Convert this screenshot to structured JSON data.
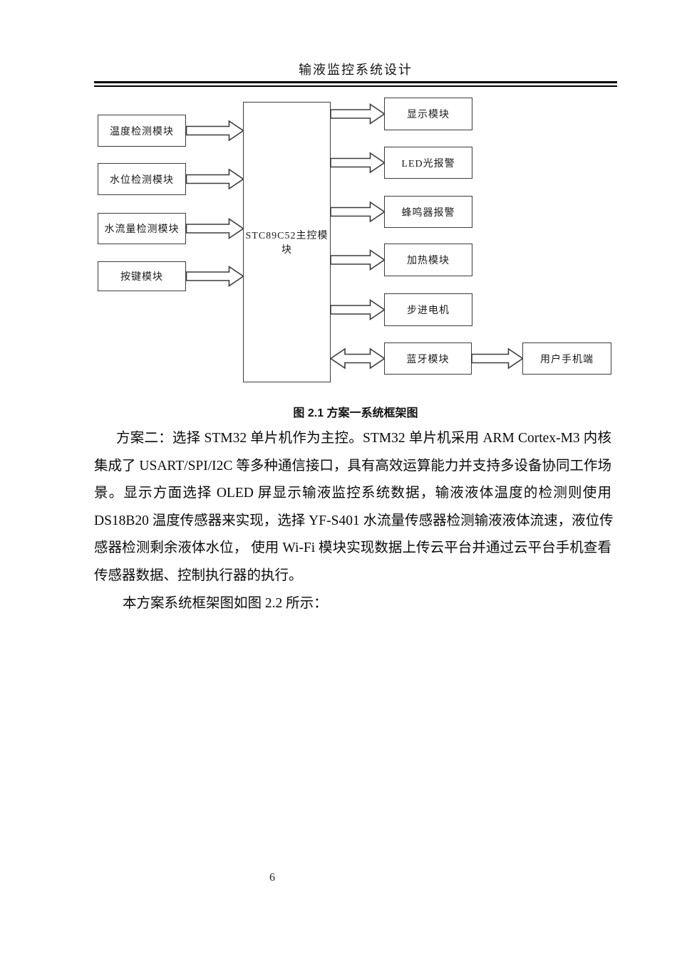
{
  "page": {
    "header_title": "输液监控系统设计",
    "page_number": "6"
  },
  "figure": {
    "caption": "图 2.1 方案一系统框架图",
    "inputs": [
      "温度检测模块",
      "水位检测模块",
      "水流量检测模块",
      "按键模块"
    ],
    "controller": "STC89C52主控模块",
    "outputs": [
      "显示模块",
      "LED光报警",
      "蜂鸣器报警",
      "加热模块",
      "步进电机",
      "蓝牙模块"
    ],
    "phone": "用户手机端"
  },
  "body": {
    "p1_lines": [
      "方案二：选择 STM32 单片机作为主控。STM32 单片机采用 ARM Cortex-M3 内核",
      "集成了 USART/SPI/I2C 等多种通信接口，具有高效运算能力并支持多设备协同工作场",
      "景。显示方面选择 OLED 屏显示输液监控系统数据，输液液体温度的检测则使用",
      "DS18B20 温度传感器来实现，选择 YF-S401 水流量传感器检测输液液体流速，液位传",
      "感器检测剩余液体水位， 使用 Wi-Fi 模块实现数据上传云平台并通过云平台手机查看",
      "传感器数据、控制执行器的执行。"
    ],
    "p2": "本方案系统框架图如图 2.2 所示："
  },
  "colors": {
    "box_border": "#3c3c3c",
    "text": "#000000",
    "background": "#ffffff"
  }
}
